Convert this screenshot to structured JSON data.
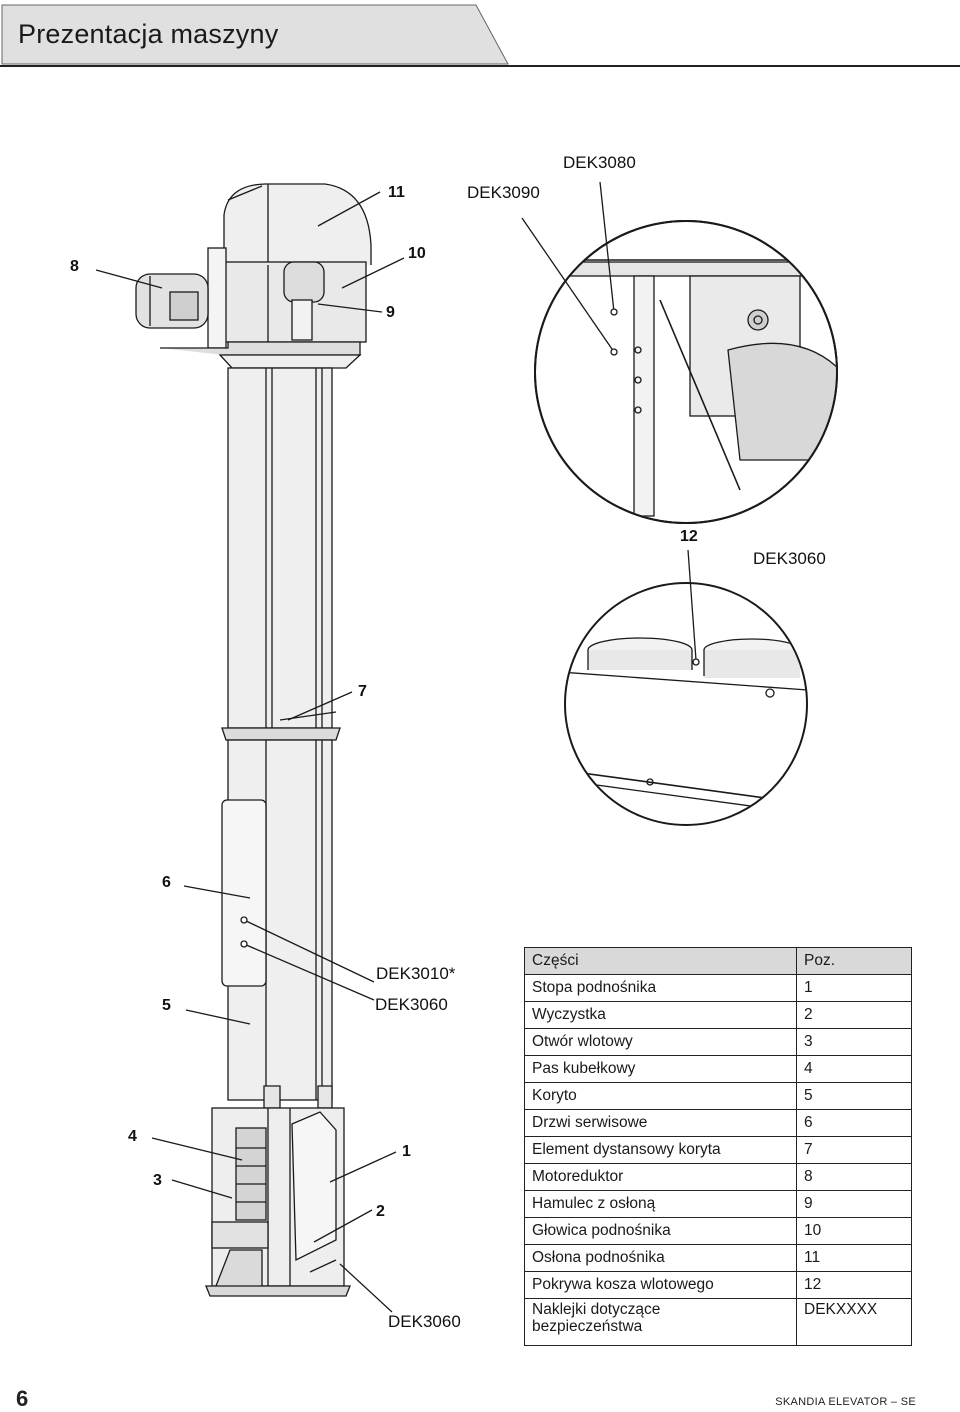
{
  "header": {
    "title": "Prezentacja maszyny"
  },
  "callouts": {
    "n8": "8",
    "n11": "11",
    "n10": "10",
    "n9": "9",
    "n7": "7",
    "n6": "6",
    "n5": "5",
    "n4": "4",
    "n3": "3",
    "n1": "1",
    "n2": "2",
    "n12": "12",
    "dek3090": "DEK3090",
    "dek3080": "DEK3080",
    "dek3060_top": "DEK3060",
    "dek3010": "DEK3010*",
    "dek3060_mid": "DEK3060",
    "dek3060_bottom": "DEK3060"
  },
  "parts_table": {
    "header_name": "Części",
    "header_pos": "Poz.",
    "rows": [
      {
        "name": "Stopa podnośnika",
        "pos": "1"
      },
      {
        "name": "Wyczystka",
        "pos": "2"
      },
      {
        "name": "Otwór wlotowy",
        "pos": "3"
      },
      {
        "name": "Pas kubełkowy",
        "pos": "4"
      },
      {
        "name": "Koryto",
        "pos": "5"
      },
      {
        "name": "Drzwi serwisowe",
        "pos": "6"
      },
      {
        "name": "Element dystansowy koryta",
        "pos": "7"
      },
      {
        "name": "Motoreduktor",
        "pos": "8"
      },
      {
        "name": "Hamulec z osłoną",
        "pos": "9"
      },
      {
        "name": "Głowica podnośnika",
        "pos": "10"
      },
      {
        "name": "Osłona podnośnika",
        "pos": "11"
      },
      {
        "name": "Pokrywa kosza wlotowego",
        "pos": "12"
      }
    ],
    "last_row_name_line1": "Naklejki dotyczące",
    "last_row_name_line2": "bezpieczeństwa",
    "last_row_pos": "DEKXXXX"
  },
  "footer": {
    "page_number": "6",
    "brand": "SKANDIA ELEVATOR – SE"
  },
  "colors": {
    "header_fill": "#e0e0e0",
    "table_header_fill": "#d9d9d9",
    "line": "#1a1a1a"
  }
}
